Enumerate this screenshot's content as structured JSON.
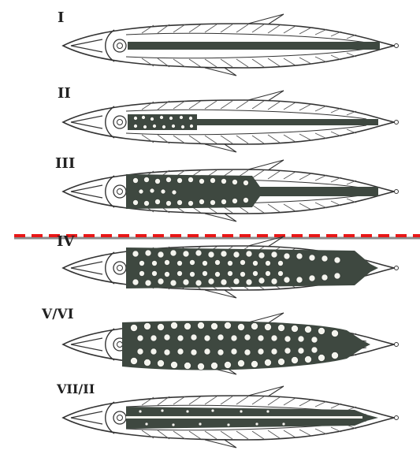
{
  "stages": [
    {
      "label": "I"
    },
    {
      "label": "II"
    },
    {
      "label": "III"
    },
    {
      "label": "IV"
    },
    {
      "label": "V/VI"
    },
    {
      "label": "VII/II"
    }
  ],
  "colors": {
    "outline": "#333333",
    "gonad": "#3e4840",
    "egg_fill": "#f4f4ee",
    "egg_stroke": "#2e3530",
    "divider": "#e81818",
    "divider_shadow": "#8a8a8a"
  }
}
